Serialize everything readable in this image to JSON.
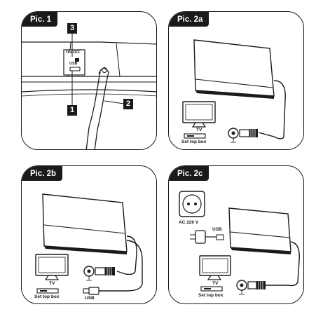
{
  "panels": {
    "pic1": {
      "title": "Pic. 1",
      "switch_label": "ON/OFF",
      "usb_label": "USB",
      "callouts": [
        "3",
        "1",
        "2"
      ]
    },
    "pic2a": {
      "title": "Pic. 2a",
      "tv_label": "TV",
      "stb_label": "Set top box"
    },
    "pic2b": {
      "title": "Pic. 2b",
      "tv_label": "TV",
      "stb_label": "Set top box",
      "usb_label": "USB"
    },
    "pic2c": {
      "title": "Pic. 2c",
      "power_label": "AC 220 V",
      "usb_label": "USB",
      "tv_label": "TV",
      "stb_label": "Set top box"
    }
  }
}
